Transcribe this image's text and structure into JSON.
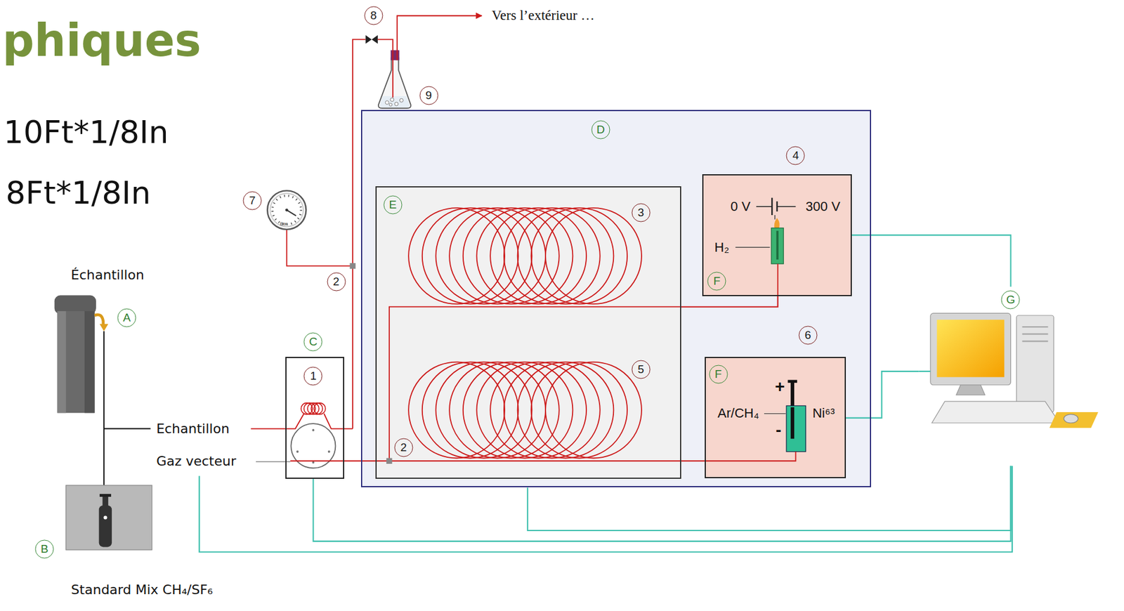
{
  "diagram": {
    "title": "phiques",
    "nodes": [
      {
        "text": [
          "C",
          "1"
        ]
      },
      {
        "text": [
          "D"
        ]
      },
      {
        "text": [
          "E"
        ],
        "in": 1
      },
      {
        "text": [
          "4",
          "0 V",
          "300 V",
          "H₂",
          "F"
        ],
        "in": 1
      },
      {
        "text": [
          "6",
          "Ar/CH₄",
          "+",
          "-",
          "Ni⁶³",
          "F"
        ],
        "in": 1
      },
      {
        "text": [
          "G"
        ]
      }
    ],
    "edges": [
      {
        "from": 0,
        "to": 2,
        "arrow": "none"
      },
      {
        "from": 2,
        "to": 3,
        "arrow": "none"
      },
      {
        "from": 2,
        "to": 4,
        "arrow": "none"
      },
      {
        "from": 3,
        "to": 5,
        "arrow": "none"
      },
      {
        "from": 4,
        "to": 5,
        "arrow": "none"
      },
      {
        "from": 0,
        "to": 5,
        "arrow": "none"
      },
      {
        "from": 1,
        "to": 5,
        "arrow": "none"
      }
    ],
    "labels": [
      "10Ft*1/8In",
      "8Ft*1/8In",
      "Échantillon",
      "A",
      "Echantillon",
      "Gaz vecteur",
      "B",
      "Standard Mix CH₄/SF₆",
      "7",
      "Bar",
      "2",
      "8",
      "Vers l’extérieur …",
      "9",
      "3",
      "5",
      "2"
    ]
  }
}
